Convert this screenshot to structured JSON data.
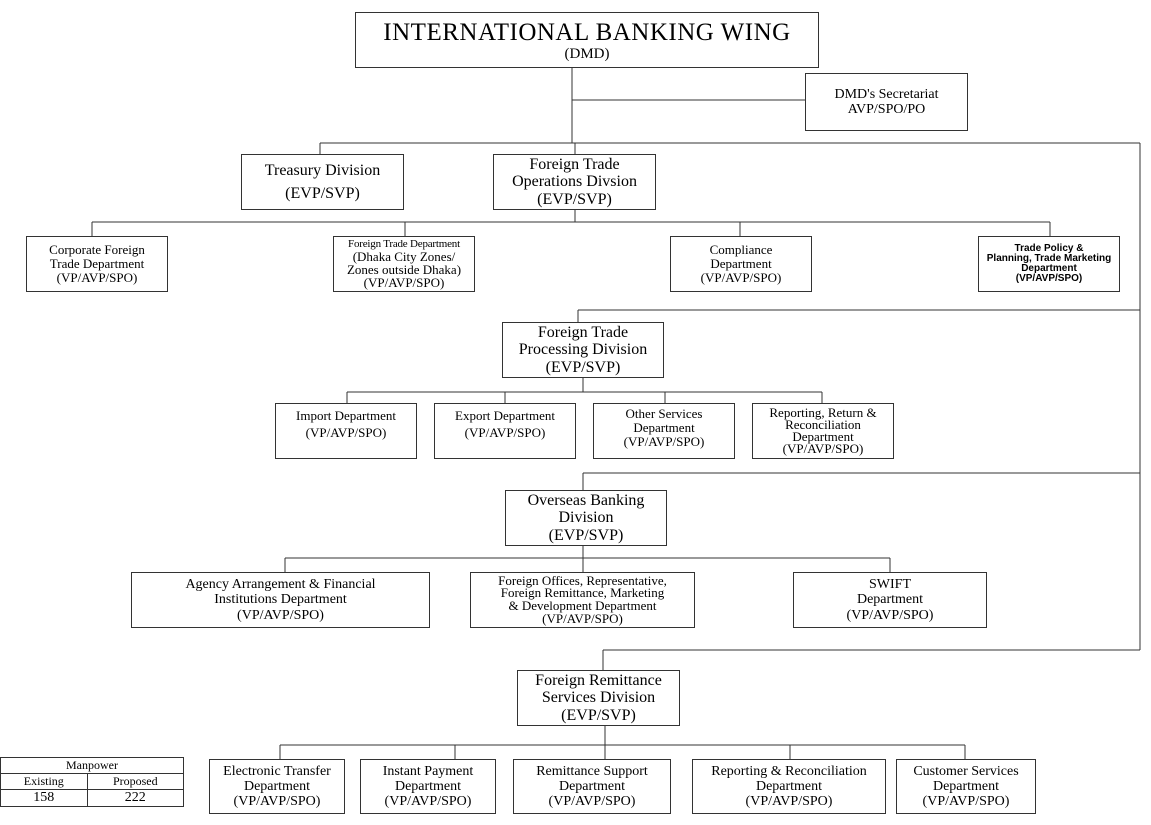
{
  "title": {
    "main": "INTERNATIONAL BANKING WING",
    "sub": "(DMD)"
  },
  "secretariat": {
    "line1": "DMD's Secretariat",
    "line2": "AVP/SPO/PO"
  },
  "treasury": {
    "line1": "Treasury Division",
    "line2": "(EVP/SVP)"
  },
  "fto": {
    "line1": "Foreign Trade",
    "line2": "Operations Divsion",
    "line3": "(EVP/SVP)"
  },
  "fto_departments": [
    {
      "line1": "Corporate Foreign",
      "line2": "Trade Department",
      "line3": "(VP/AVP/SPO)"
    },
    {
      "line1": "Foreign Trade Department",
      "line2": "(Dhaka City Zones/",
      "line3": "Zones outside Dhaka)",
      "line4": "(VP/AVP/SPO)"
    },
    {
      "line1": "Compliance",
      "line2": "Department",
      "line3": "(VP/AVP/SPO)"
    },
    {
      "line1": "Trade Policy &",
      "line2": "Planning, Trade Marketing",
      "line3": "Department",
      "line4": "(VP/AVP/SPO)"
    }
  ],
  "ftp": {
    "line1": "Foreign Trade",
    "line2": "Processing Division",
    "line3": "(EVP/SVP)"
  },
  "ftp_departments": [
    {
      "line1": "Import Department",
      "line2": "(VP/AVP/SPO)"
    },
    {
      "line1": "Export Department",
      "line2": "(VP/AVP/SPO)"
    },
    {
      "line1": "Other Services",
      "line2": "Department",
      "line3": "(VP/AVP/SPO)"
    },
    {
      "line1": "Reporting, Return &",
      "line2": "Reconciliation",
      "line3": "Department",
      "line4": "(VP/AVP/SPO)"
    }
  ],
  "obd": {
    "line1": "Overseas Banking",
    "line2": "Division",
    "line3": "(EVP/SVP)"
  },
  "obd_departments": [
    {
      "line1": "Agency Arrangement & Financial",
      "line2": "Institutions Department",
      "line3": "(VP/AVP/SPO)"
    },
    {
      "line1": "Foreign Offices, Representative,",
      "line2": "Foreign Remittance, Marketing",
      "line3": "& Development  Department",
      "line4": "(VP/AVP/SPO)"
    },
    {
      "line1": "SWIFT",
      "line2": "Department",
      "line3": "(VP/AVP/SPO)"
    }
  ],
  "frs": {
    "line1": "Foreign Remittance",
    "line2": "Services Division",
    "line3": "(EVP/SVP)"
  },
  "frs_departments": [
    {
      "line1": "Electronic Transfer",
      "line2": "Department",
      "line3": "(VP/AVP/SPO)"
    },
    {
      "line1": "Instant Payment",
      "line2": "Department",
      "line3": "(VP/AVP/SPO)"
    },
    {
      "line1": "Remittance Support",
      "line2": "Department",
      "line3": "(VP/AVP/SPO)"
    },
    {
      "line1": "Reporting & Reconciliation",
      "line2": "Department",
      "line3": "(VP/AVP/SPO)"
    },
    {
      "line1": "Customer Services",
      "line2": "Department",
      "line3": "(VP/AVP/SPO)"
    }
  ],
  "manpower": {
    "header": "Manpower",
    "existing_label": "Existing",
    "proposed_label": "Proposed",
    "existing": "158",
    "proposed": "222"
  }
}
